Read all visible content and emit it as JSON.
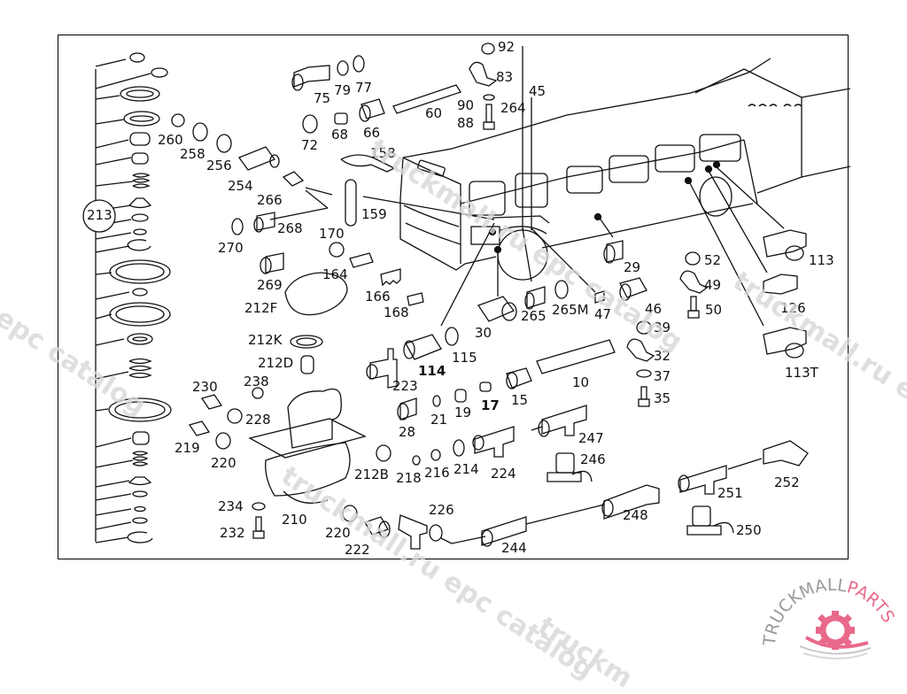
{
  "diagram": {
    "type": "exploded parts catalog illustration",
    "subject": "Bus compressed-air brake valve and pipe fittings",
    "callout_group": "213",
    "part_labels": [
      {
        "id": "p92",
        "text": "92"
      },
      {
        "id": "p83",
        "text": "83"
      },
      {
        "id": "p45",
        "text": "45"
      },
      {
        "id": "p264",
        "text": "264"
      },
      {
        "id": "p90",
        "text": "90"
      },
      {
        "id": "p88",
        "text": "88"
      },
      {
        "id": "p60",
        "text": "60"
      },
      {
        "id": "p75",
        "text": "75"
      },
      {
        "id": "p79",
        "text": "79"
      },
      {
        "id": "p77",
        "text": "77"
      },
      {
        "id": "p72",
        "text": "72"
      },
      {
        "id": "p68",
        "text": "68"
      },
      {
        "id": "p66",
        "text": "66"
      },
      {
        "id": "p260",
        "text": "260"
      },
      {
        "id": "p258",
        "text": "258"
      },
      {
        "id": "p256",
        "text": "256"
      },
      {
        "id": "p254",
        "text": "254"
      },
      {
        "id": "p158",
        "text": "158"
      },
      {
        "id": "p266",
        "text": "266"
      },
      {
        "id": "p159",
        "text": "159"
      },
      {
        "id": "p270",
        "text": "270"
      },
      {
        "id": "p268",
        "text": "268"
      },
      {
        "id": "p170",
        "text": "170"
      },
      {
        "id": "p269",
        "text": "269"
      },
      {
        "id": "p164",
        "text": "164"
      },
      {
        "id": "p166",
        "text": "166"
      },
      {
        "id": "p168",
        "text": "168"
      },
      {
        "id": "p212F",
        "text": "212F"
      },
      {
        "id": "p212K",
        "text": "212K"
      },
      {
        "id": "p212D",
        "text": "212D"
      },
      {
        "id": "p113",
        "text": "113"
      },
      {
        "id": "p126",
        "text": "126"
      },
      {
        "id": "p113T",
        "text": "113T"
      },
      {
        "id": "p29",
        "text": "29"
      },
      {
        "id": "p52",
        "text": "52"
      },
      {
        "id": "p49",
        "text": "49"
      },
      {
        "id": "p50",
        "text": "50"
      },
      {
        "id": "p265",
        "text": "265"
      },
      {
        "id": "p265M",
        "text": "265M"
      },
      {
        "id": "p47",
        "text": "47"
      },
      {
        "id": "p46",
        "text": "46"
      },
      {
        "id": "p30",
        "text": "30"
      },
      {
        "id": "p39",
        "text": "39"
      },
      {
        "id": "p32",
        "text": "32"
      },
      {
        "id": "p37",
        "text": "37"
      },
      {
        "id": "p35",
        "text": "35"
      },
      {
        "id": "p114",
        "text": "114"
      },
      {
        "id": "p115",
        "text": "115"
      },
      {
        "id": "p10",
        "text": "10"
      },
      {
        "id": "p223",
        "text": "223"
      },
      {
        "id": "p21",
        "text": "21"
      },
      {
        "id": "p19",
        "text": "19"
      },
      {
        "id": "p17",
        "text": "17"
      },
      {
        "id": "p15",
        "text": "15"
      },
      {
        "id": "p28",
        "text": "28"
      },
      {
        "id": "p247",
        "text": "247"
      },
      {
        "id": "p246",
        "text": "246"
      },
      {
        "id": "p230",
        "text": "230"
      },
      {
        "id": "p238",
        "text": "238"
      },
      {
        "id": "p228",
        "text": "228"
      },
      {
        "id": "p219",
        "text": "219"
      },
      {
        "id": "p220a",
        "text": "220"
      },
      {
        "id": "p212B",
        "text": "212B"
      },
      {
        "id": "p218",
        "text": "218"
      },
      {
        "id": "p216",
        "text": "216"
      },
      {
        "id": "p214",
        "text": "214"
      },
      {
        "id": "p224",
        "text": "224"
      },
      {
        "id": "p251",
        "text": "251"
      },
      {
        "id": "p252",
        "text": "252"
      },
      {
        "id": "p248",
        "text": "248"
      },
      {
        "id": "p250",
        "text": "250"
      },
      {
        "id": "p234",
        "text": "234"
      },
      {
        "id": "p232",
        "text": "232"
      },
      {
        "id": "p210",
        "text": "210"
      },
      {
        "id": "p220b",
        "text": "220"
      },
      {
        "id": "p222",
        "text": "222"
      },
      {
        "id": "p226",
        "text": "226"
      },
      {
        "id": "p244",
        "text": "244"
      }
    ]
  },
  "watermarks": [
    "truckmall.ru epc catalog",
    "truckmall.ru epc catalog",
    "l epc catalog",
    "truckmall.ru e",
    "truckm"
  ],
  "logo": {
    "text_dark": "TRUCKMALL",
    "text_accent": "PARTS",
    "accent_color": "#e8698a",
    "gray_color": "#9a9a9a"
  }
}
